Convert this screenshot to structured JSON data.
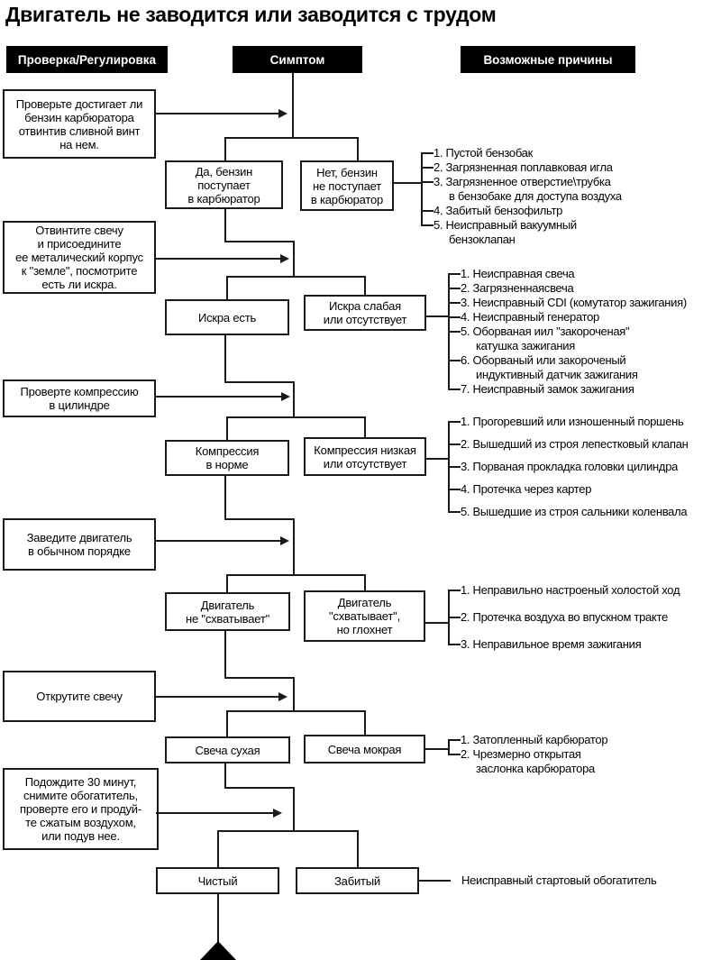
{
  "title": "Двигатель не заводится или заводится с трудом",
  "columns": {
    "check": "Проверка/Регулировка",
    "symptom": "Симптом",
    "causes": "Возможные причины"
  },
  "stages": [
    {
      "check": "Проверьте достигает ли\nбензин карбюратора\nотвинтив сливной винт\nна нем.",
      "left": "Да, бензин\nпоступает\nв карбюратор",
      "right": "Нет, бензин\nне поступает\nв карбюратор",
      "causes": [
        "1. Пустой бензобак",
        "2. Загрязненная поплавковая игла",
        "3. Загрязненное отверстие\\трубка\nв бензобаке для доступа воздуха",
        "4. Забитый бензофильтр",
        "5. Неисправный вакуумный\nбензоклапан"
      ]
    },
    {
      "check": "Отвинтите свечу\nи присоедините\nее металический корпус\nк \"земле\", посмотрите\nесть ли искра.",
      "left": "Искра есть",
      "right": "Искра слабая\nили отсутствует",
      "causes": [
        "1. Неисправная свеча",
        "2. Загрязненнаясвеча",
        "3. Неисправный CDI (комутатор зажигания)",
        "4. Неисправный генератор",
        "5. Оборваная иил \"закороченая\"\nкатушка зажигания",
        "6. Оборваный или закороченый\nиндуктивный датчик зажигания",
        "7. Неисправный замок зажигания"
      ]
    },
    {
      "check": "Проверте компрессию\nв цилиндре",
      "left": "Компрессия\nв норме",
      "right": "Компрессия низкая\nили отсутствует",
      "causes": [
        "1. Прогоревший или изношенный поршень",
        "2. Вышедший из строя лепестковый клапан",
        "3. Порваная прокладка головки цилиндра",
        "4. Протечка через картер",
        "5. Вышедшие из строя сальники коленвала"
      ]
    },
    {
      "check": "Заведите двигатель\nв обычном порядке",
      "left": "Двигатель\nне \"схватывает\"",
      "right": "Двигатель\n\"схватывает\",\nно глохнет",
      "causes": [
        "1. Неправильно настроеный холостой ход",
        "2. Протечка воздуха во впускном тракте",
        "3. Неправильное время зажигания"
      ]
    },
    {
      "check": "Открутите свечу",
      "left": "Свеча сухая",
      "right": "Свеча мокрая",
      "causes": [
        "1. Затопленный карбюратор",
        "2. Чрезмерно открытая\nзаслонка карбюратора"
      ]
    },
    {
      "check": "Подождите 30 минут,\nснимите обогатитель,\nпроверте его и продуй-\nте сжатым воздухом,\nили подув нее.",
      "left": "Чистый",
      "right": "Забитый",
      "causes": [
        "Неисправный стартовый обогатитель"
      ]
    }
  ]
}
